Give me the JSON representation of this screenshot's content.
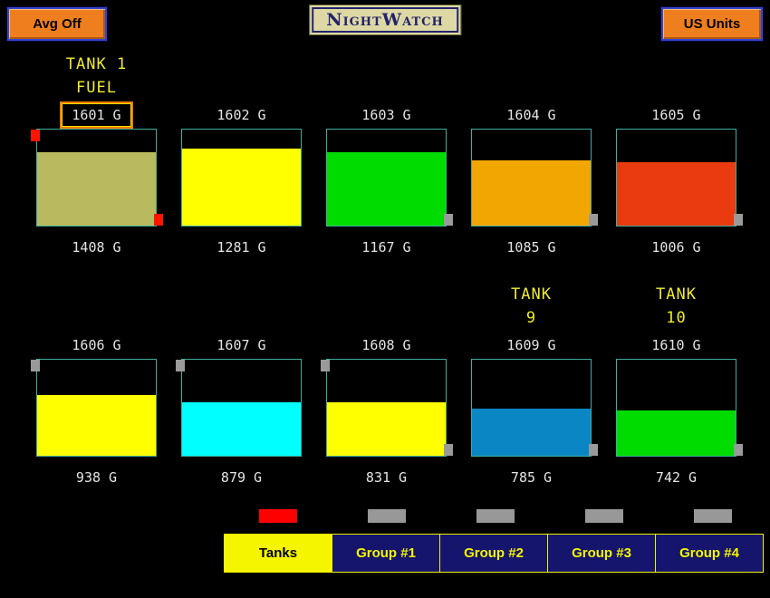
{
  "header": {
    "avg_button": "Avg Off",
    "logo": "NightWatch",
    "units_button": "US Units"
  },
  "tanks": [
    {
      "row": 1,
      "name_lines": [
        "TANK 1",
        "FUEL"
      ],
      "top_label": "1601 G",
      "bottom_label": "1408 G",
      "fill_color": "#b9b95f",
      "fill_percent": 76,
      "selected": true,
      "markers": {
        "left_top": "#ff1500",
        "right_bottom": "#ff1500"
      }
    },
    {
      "row": 1,
      "name_lines": [],
      "top_label": "1602 G",
      "bottom_label": "1281 G",
      "fill_color": "#ffff00",
      "fill_percent": 80,
      "selected": false,
      "markers": {}
    },
    {
      "row": 1,
      "name_lines": [],
      "top_label": "1603 G",
      "bottom_label": "1167 G",
      "fill_color": "#00dc00",
      "fill_percent": 76,
      "selected": false,
      "markers": {
        "right_bottom": "#9a9a9a"
      }
    },
    {
      "row": 1,
      "name_lines": [],
      "top_label": "1604 G",
      "bottom_label": "1085 G",
      "fill_color": "#f2a602",
      "fill_percent": 68,
      "selected": false,
      "markers": {
        "right_bottom": "#9a9a9a"
      }
    },
    {
      "row": 1,
      "name_lines": [],
      "top_label": "1605 G",
      "bottom_label": "1006 G",
      "fill_color": "#ea3a10",
      "fill_percent": 66,
      "selected": false,
      "markers": {
        "right_bottom": "#9a9a9a"
      }
    },
    {
      "row": 2,
      "name_lines": [],
      "top_label": "1606 G",
      "bottom_label": "938 G",
      "fill_color": "#ffff00",
      "fill_percent": 63,
      "selected": false,
      "markers": {
        "left_top": "#9a9a9a"
      }
    },
    {
      "row": 2,
      "name_lines": [],
      "top_label": "1607 G",
      "bottom_label": "879 G",
      "fill_color": "#00ffff",
      "fill_percent": 56,
      "selected": false,
      "markers": {
        "left_top": "#9a9a9a"
      }
    },
    {
      "row": 2,
      "name_lines": [],
      "top_label": "1608 G",
      "bottom_label": "831 G",
      "fill_color": "#ffff00",
      "fill_percent": 56,
      "selected": false,
      "markers": {
        "left_top": "#9a9a9a",
        "right_bottom": "#9a9a9a"
      }
    },
    {
      "row": 2,
      "name_lines": [
        "TANK",
        "9"
      ],
      "top_label": "1609 G",
      "bottom_label": "785 G",
      "fill_color": "#0b86c4",
      "fill_percent": 49,
      "selected": false,
      "markers": {
        "right_bottom": "#9a9a9a"
      }
    },
    {
      "row": 2,
      "name_lines": [
        "TANK",
        "10"
      ],
      "top_label": "1610 G",
      "bottom_label": "742 G",
      "fill_color": "#00dc00",
      "fill_percent": 47,
      "selected": false,
      "markers": {
        "right_bottom": "#9a9a9a"
      }
    }
  ],
  "footer": {
    "tabs": [
      {
        "label": "Tanks",
        "active": true,
        "indicator_color": "#ff0000"
      },
      {
        "label": "Group #1",
        "active": false,
        "indicator_color": "#989898"
      },
      {
        "label": "Group #2",
        "active": false,
        "indicator_color": "#989898"
      },
      {
        "label": "Group #3",
        "active": false,
        "indicator_color": "#989898"
      },
      {
        "label": "Group #4",
        "active": false,
        "indicator_color": "#989898"
      }
    ]
  },
  "colors": {
    "tank_border": "#3fae9e",
    "button_bg": "#ef7e1e",
    "tab_bg": "#15156e",
    "accent_yellow": "#f5f500",
    "selected_outline": "#f07c00"
  }
}
